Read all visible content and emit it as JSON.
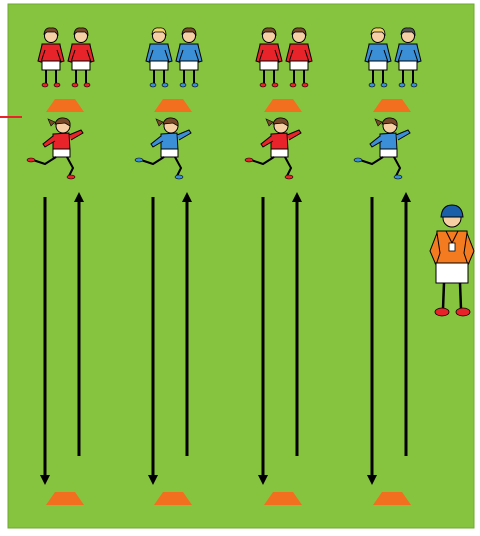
{
  "colors": {
    "pitch": "#86c440",
    "pitch_edge": "#6ea92f",
    "cone": "#f26f1f",
    "arrow": "#000000",
    "red_team": "#e8232a",
    "blue_team": "#3b8fd6",
    "coach_shirt": "#f47b20",
    "coach_cap": "#1b5fa8",
    "skin": "#f6cfa5",
    "shorts": "#ffffff",
    "marker_line": "#e8232a"
  },
  "icons": {
    "player": "player-icon",
    "runner": "runner-icon",
    "cone": "cone-icon",
    "coach": "coach-icon",
    "arrow": "arrow-icon"
  },
  "lanes": [
    {
      "team": "red",
      "waiting_players": 2,
      "direction_out": "down",
      "direction_back": "up"
    },
    {
      "team": "blue",
      "waiting_players": 2,
      "direction_out": "down",
      "direction_back": "up"
    },
    {
      "team": "red",
      "waiting_players": 2,
      "direction_out": "down",
      "direction_back": "up"
    },
    {
      "team": "blue",
      "waiting_players": 2,
      "direction_out": "down",
      "direction_back": "up"
    }
  ],
  "coach": {
    "present": true,
    "whistle": true
  }
}
